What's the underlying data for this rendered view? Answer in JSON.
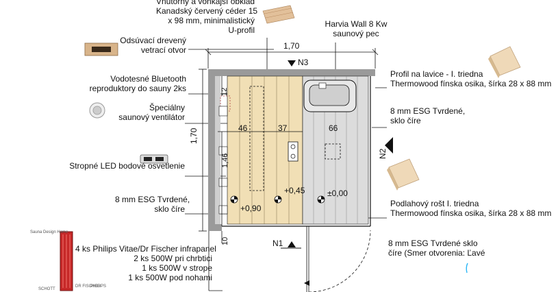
{
  "labels": {
    "cladding": [
      "Vnútorný a vonkajší obklad",
      "Kanadský červený céder 15",
      "x 98 mm, minimalistický",
      "U-profil"
    ],
    "heater": [
      "Harvia Wall 8 Kw",
      "saunový pec"
    ],
    "vent_opening": [
      "Odsúvací drevený",
      "vetrací otvor"
    ],
    "bluetooth": [
      "Vodotesné Bluetooth",
      "reproduktory do sauny 2ks"
    ],
    "special_vent": [
      "Špeciálny",
      "saunový  ventilátor"
    ],
    "led": [
      "Stropné LED bodové osvetlenie"
    ],
    "glass_left": [
      "8 mm ESG Tvrdené,",
      "sklo číre"
    ],
    "bench": [
      "Profil na lavice - I. triedna",
      "Thermowood fínska osika, šírka 28 x 88 mm"
    ],
    "glass_right": [
      "8 mm ESG Tvrdené,",
      "sklo číre"
    ],
    "floor": [
      "Podlahový rošt I. triedna",
      "Thermowood fínska osika, šírka 28 x 88 mm"
    ],
    "door_glass": [
      "8 mm ESG Tvrdené sklo",
      "číre (Smer otvorenia: Ľavé"
    ],
    "infrared": [
      "4 ks Philips Vitae/Dr Fischer infrapanel",
      "2 ks 500W pri chrbtici",
      "1 ks 500W v strope",
      "1 ks 500W pod nohami"
    ]
  },
  "dimensions": {
    "top_width": "1,70",
    "left_height": "1,70",
    "bench_46_top": "46",
    "bench_37": "37",
    "bench_66": "66",
    "bench_46_left": "1,46",
    "top_12": "12",
    "bottom_10": "10",
    "level_045": "+0,45",
    "level_000": "±0,00",
    "level_090": "+0,90"
  },
  "markers": {
    "n1": "N1",
    "n2": "N2",
    "n3": "N3"
  },
  "brands": {
    "panel_top": "Sauna Design Home",
    "schott": "SCHOTT",
    "philips": "PHILIPS",
    "drfischer": "DR FISCHER"
  },
  "colors": {
    "bench_wood": "#f1dfb5",
    "floor_wood": "#dcdcdc",
    "wall": "#9a9a9a",
    "infrared_red": "#c62828",
    "lines": "#111111"
  }
}
